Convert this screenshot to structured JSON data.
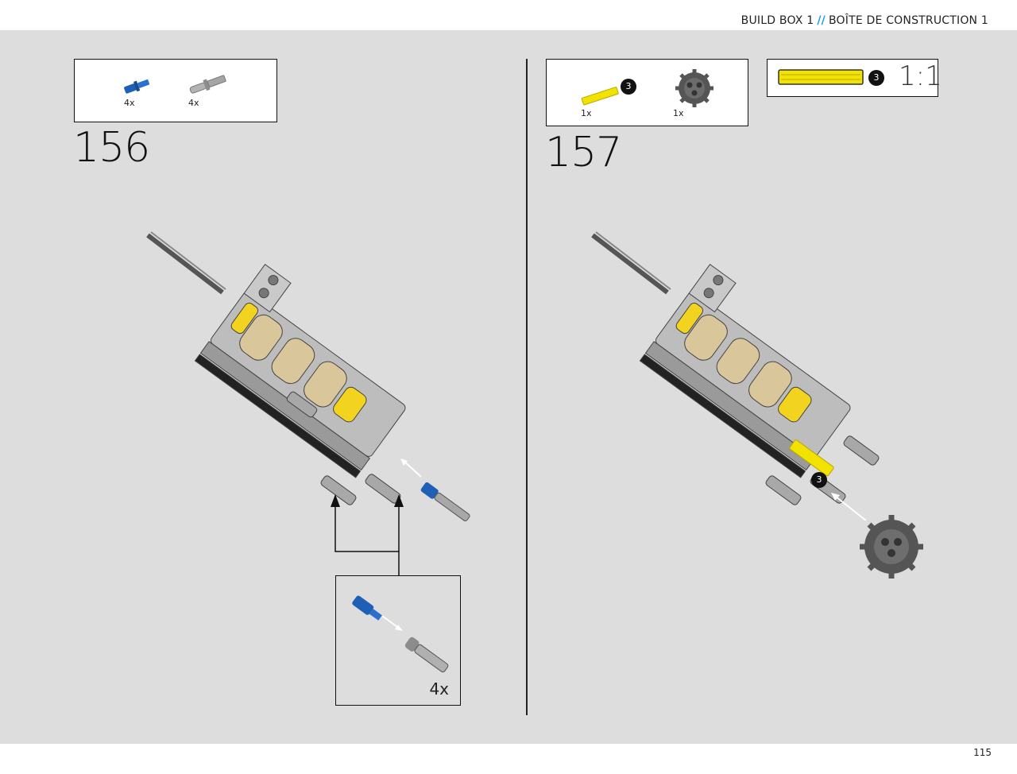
{
  "header": {
    "part1": "BUILD BOX 1",
    "separator": "//",
    "part2": "BOÎTE DE CONSTRUCTION 1"
  },
  "footer": {
    "page_number": "115"
  },
  "steps": [
    {
      "number": "156",
      "parts": [
        {
          "icon": "blue-axle-pin-icon",
          "qty": "4x",
          "color": "#1f5fb5"
        },
        {
          "icon": "gray-axle-pin-icon",
          "qty": "4x",
          "color": "#9a9a9a"
        }
      ],
      "callout": {
        "qty": "4x"
      }
    },
    {
      "number": "157",
      "parts": [
        {
          "icon": "yellow-axle-icon",
          "qty": "1x",
          "badge": "3",
          "color": "#f2e200"
        },
        {
          "icon": "gray-gear-icon",
          "qty": "1x",
          "color": "#555555"
        }
      ],
      "scale_box": {
        "badge": "3",
        "ratio": "1:1"
      },
      "model_badge": "3"
    }
  ]
}
